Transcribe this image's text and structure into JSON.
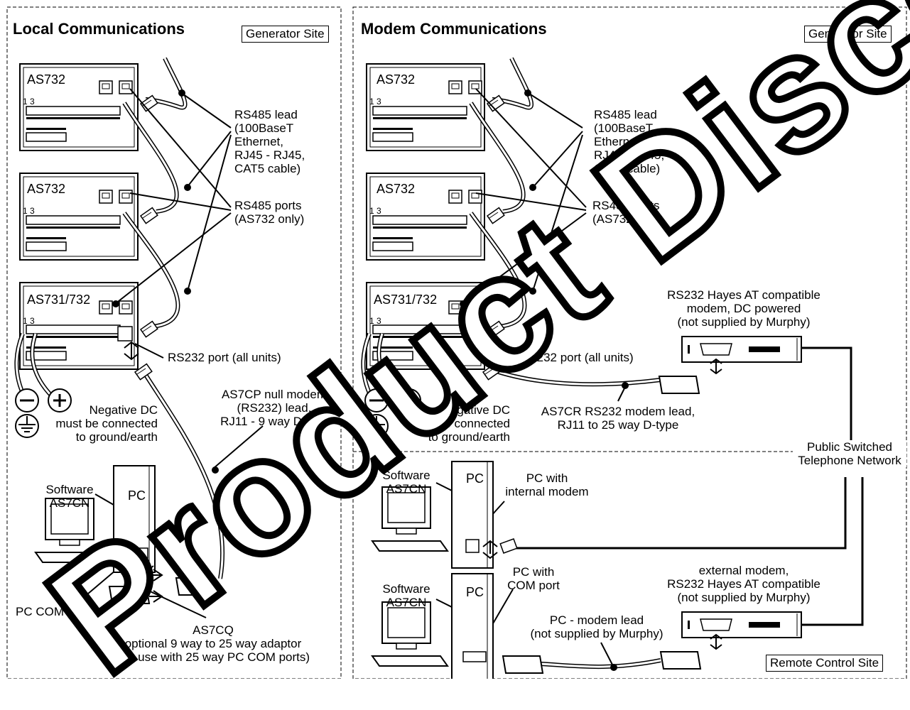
{
  "left_panel": {
    "title": "Local Communications",
    "site_badge": "Generator Site",
    "unit_1": "AS732",
    "unit_2": "AS732",
    "unit_3": "AS731/732",
    "terminal_label": "1 3",
    "rs485_lead": [
      "RS485 lead",
      "(100BaseT",
      "Ethernet,",
      "RJ45 - RJ45,",
      "CAT5 cable)"
    ],
    "rs485_ports": [
      "RS485 ports",
      "(AS732 only)"
    ],
    "rs232_port": "RS232 port (all units)",
    "null_modem": [
      "AS7CP null modem",
      "(RS232) lead,",
      "RJ11 - 9 way D type"
    ],
    "negative_dc": [
      "Negative DC",
      "must be connected",
      "to ground/earth"
    ],
    "minus_symbol": "−",
    "plus_symbol": "+",
    "software": [
      "Software",
      "AS7CN"
    ],
    "pc": "PC",
    "pc_com_port": "PC COM port",
    "adaptor": [
      "AS7CQ",
      "optional 9 way to 25 way adaptor",
      "(for use with 25 way PC COM ports)"
    ]
  },
  "right_panel": {
    "title": "Modem Communications",
    "site_badge": "Generator Site",
    "unit_1": "AS732",
    "unit_2": "AS732",
    "unit_3": "AS731/732",
    "terminal_label": "1 3",
    "rs485_lead": [
      "RS485 lead",
      "(100BaseT",
      "Ethernet,",
      "RJ45 - RJ45,",
      "CAT5 cable)"
    ],
    "rs485_ports": [
      "RS485 ports",
      "(AS732 only)"
    ],
    "rs232_port": "RS232 port (all units)",
    "hayes_modem_top": [
      "RS232 Hayes AT compatible",
      "modem, DC powered",
      "(not supplied by Murphy)"
    ],
    "modem_lead": [
      "AS7CR RS232 modem lead,",
      "RJ11 to 25 way D-type"
    ],
    "negative_dc": [
      "Negative DC",
      "must be connected",
      "to ground/earth"
    ],
    "minus_symbol": "−",
    "plus_symbol": "+",
    "pstn": [
      "Public Switched",
      "Telephone Network"
    ],
    "software_1": [
      "Software",
      "AS7CN"
    ],
    "pc_1": "PC",
    "pc_internal_modem": [
      "PC with",
      "internal modem"
    ],
    "software_2": [
      "Software",
      "AS7CN"
    ],
    "pc_2": "PC",
    "pc_com": [
      "PC with",
      "COM port"
    ],
    "external_modem": [
      "external modem,",
      "RS232 Hayes AT compatible",
      "(not supplied by Murphy)"
    ],
    "pc_modem_lead": [
      "PC - modem lead",
      "(not supplied by Murphy)"
    ],
    "remote_badge": "Remote Control Site"
  },
  "watermark": "Product Discontinued",
  "colors": {
    "ink": "#000000",
    "paper": "#ffffff"
  }
}
